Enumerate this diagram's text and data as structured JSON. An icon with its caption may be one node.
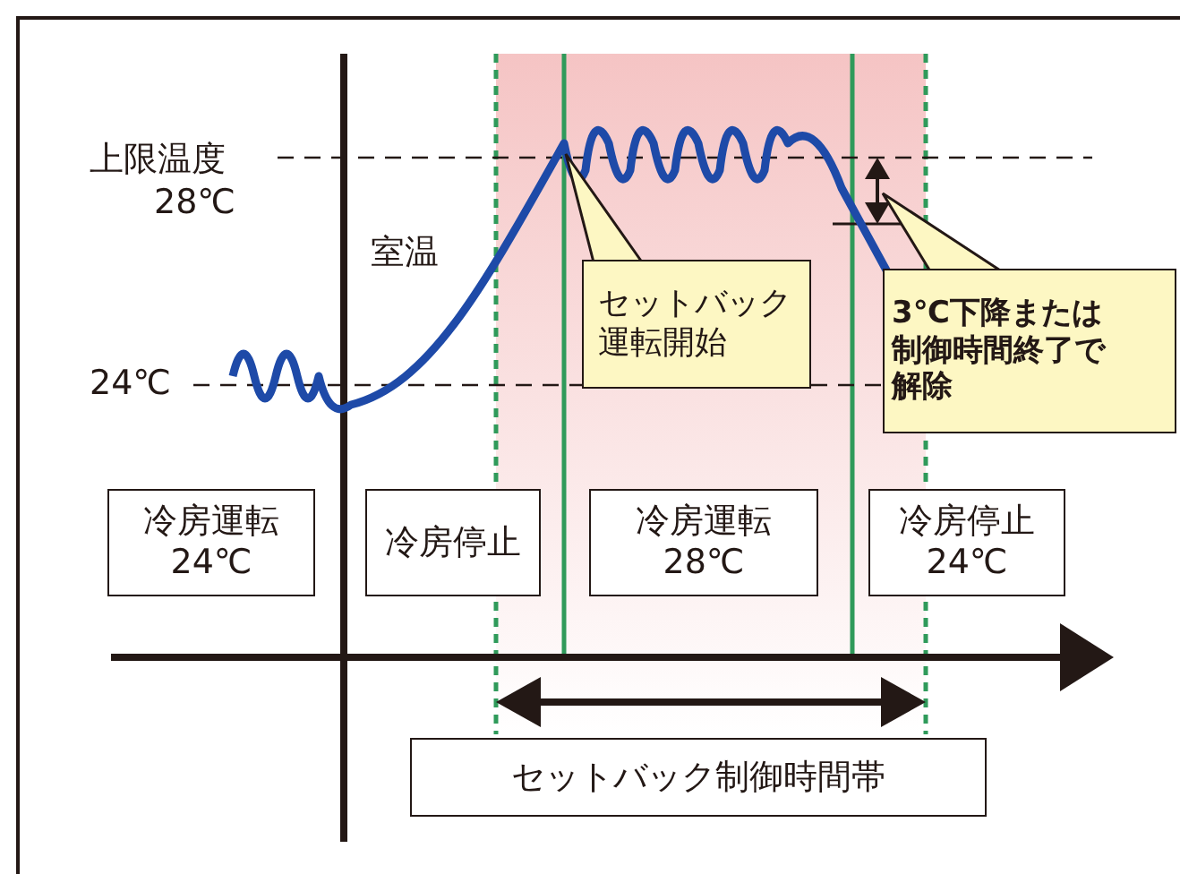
{
  "diagram": {
    "nodes": [
      {
        "text": [
          "セットバック運転開始"
        ]
      },
      {
        "text": [
          "3℃下降または制御時間終了で解除"
        ]
      },
      {
        "text": [
          "冷房運転 24℃"
        ]
      },
      {
        "text": [
          "冷房停止"
        ]
      },
      {
        "text": [
          "冷房運転 28℃"
        ]
      },
      {
        "text": [
          "冷房停止 24℃"
        ]
      },
      {
        "text": [
          "セットバック制御時間帯"
        ]
      }
    ],
    "labels": [
      "上限温度",
      "28℃",
      "室温",
      "24℃"
    ]
  }
}
